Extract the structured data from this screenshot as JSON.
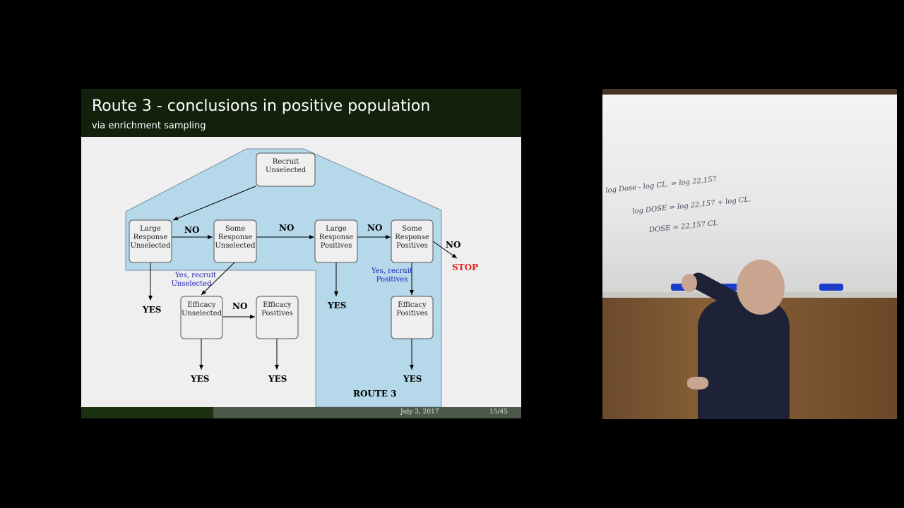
{
  "slide": {
    "title": "Route 3 - conclusions in positive population",
    "subtitle": "via enrichment sampling",
    "footer_date": "July 3, 2017",
    "footer_page": "15/45"
  },
  "diagram": {
    "nodes": {
      "recruit": [
        "Recruit",
        "Unselected"
      ],
      "large_unsel": [
        "Large",
        "Response",
        "Unselected"
      ],
      "some_unsel": [
        "Some",
        "Response",
        "Unselected"
      ],
      "large_pos": [
        "Large",
        "Response",
        "Positives"
      ],
      "some_pos": [
        "Some",
        "Response",
        "Positives"
      ],
      "eff_unsel": [
        "Efficacy",
        "Unselected"
      ],
      "eff_pos_mid": [
        "Efficacy",
        "Positives"
      ],
      "eff_pos_right": [
        "Efficacy",
        "Positives"
      ]
    },
    "labels": {
      "no1": "NO",
      "no2": "NO",
      "no3": "NO",
      "no4": "NO",
      "no5": "NO",
      "stop": "STOP",
      "yes1": "YES",
      "yes2": "YES",
      "yes3": "YES",
      "yes4": "YES",
      "yes5": "YES",
      "recruit_unsel": [
        "Yes, recruit",
        "Unselected"
      ],
      "recruit_pos": [
        "Yes, recruit",
        "Positives"
      ],
      "route": "ROUTE 3"
    }
  },
  "whiteboard": {
    "line1": "log Dose - log CL.    = log 22,157",
    "line2": "log DOSE =  log 22,157 + log CL.",
    "line3": "DOSE =      22,157 CL"
  },
  "colors": {
    "header": "#12210c",
    "route_region": "#b5d8ea",
    "stop": "#e2231a",
    "blue_text": "#1a1ab4"
  }
}
